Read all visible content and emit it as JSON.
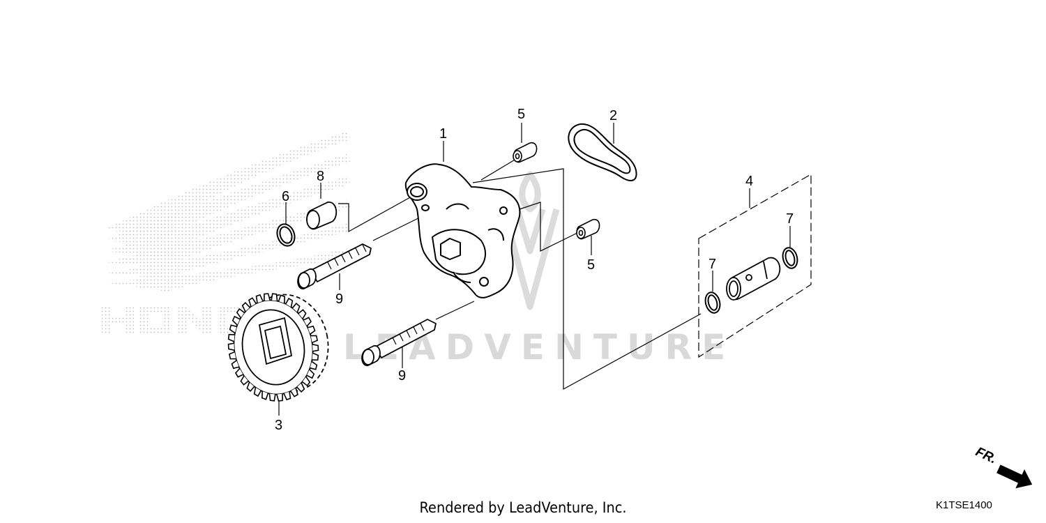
{
  "diagram": {
    "callouts": [
      {
        "id": "p1",
        "label": "1"
      },
      {
        "id": "p2",
        "label": "2"
      },
      {
        "id": "p3",
        "label": "3"
      },
      {
        "id": "p4",
        "label": "4"
      },
      {
        "id": "p5a",
        "label": "5"
      },
      {
        "id": "p5b",
        "label": "5"
      },
      {
        "id": "p6",
        "label": "6"
      },
      {
        "id": "p7a",
        "label": "7"
      },
      {
        "id": "p7b",
        "label": "7"
      },
      {
        "id": "p8",
        "label": "8"
      },
      {
        "id": "p9a",
        "label": "9"
      },
      {
        "id": "p9b",
        "label": "9"
      }
    ],
    "parts": [
      {
        "name": "oil-pump-body"
      },
      {
        "name": "gasket"
      },
      {
        "name": "driven-gear"
      },
      {
        "name": "relief-valve-set"
      },
      {
        "name": "dowel-pin"
      },
      {
        "name": "washer"
      },
      {
        "name": "o-ring"
      },
      {
        "name": "collar"
      },
      {
        "name": "flange-bolt"
      }
    ]
  },
  "watermark": {
    "brand_text": "LEADVENTURE",
    "background_logo": "honda-wing-logo",
    "center_mark": "leadventure-v-mark"
  },
  "footer": {
    "credit": "Rendered by LeadVenture, Inc.",
    "diagram_code": "K1TSE1400"
  },
  "direction_indicator": {
    "label": "FR.",
    "icon": "front-arrow-icon"
  }
}
